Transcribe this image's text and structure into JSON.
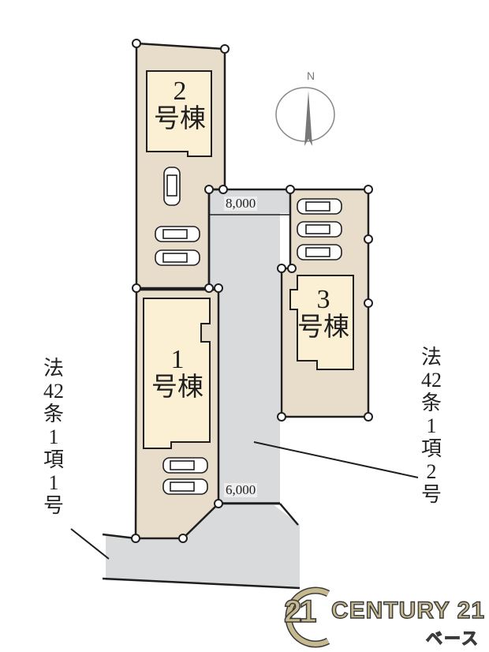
{
  "colors": {
    "lot_fill": "#e8dccb",
    "building_fill": "#fbf0d4",
    "road_fill": "#d9dadb",
    "outline": "#1f1f1f",
    "logo_gold": "#c6b98f"
  },
  "compass": {
    "label": "N"
  },
  "buildings": [
    {
      "id": "1",
      "number": "1",
      "kind": "号棟",
      "parking_spaces": 2
    },
    {
      "id": "2",
      "number": "2",
      "kind": "号棟",
      "parking_spaces": 3
    },
    {
      "id": "3",
      "number": "3",
      "kind": "号棟",
      "parking_spaces": 3
    }
  ],
  "dimensions": {
    "private_road_top": "8,000",
    "private_road_bottom": "6,000"
  },
  "road_labels": {
    "left": [
      "法",
      "42",
      "条",
      "1",
      "項",
      "1",
      "号"
    ],
    "right": [
      "法",
      "42",
      "条",
      "1",
      "項",
      "2",
      "号"
    ]
  },
  "logo": {
    "mark": "21",
    "brand": "CENTURY 21",
    "branch": "ベース"
  }
}
